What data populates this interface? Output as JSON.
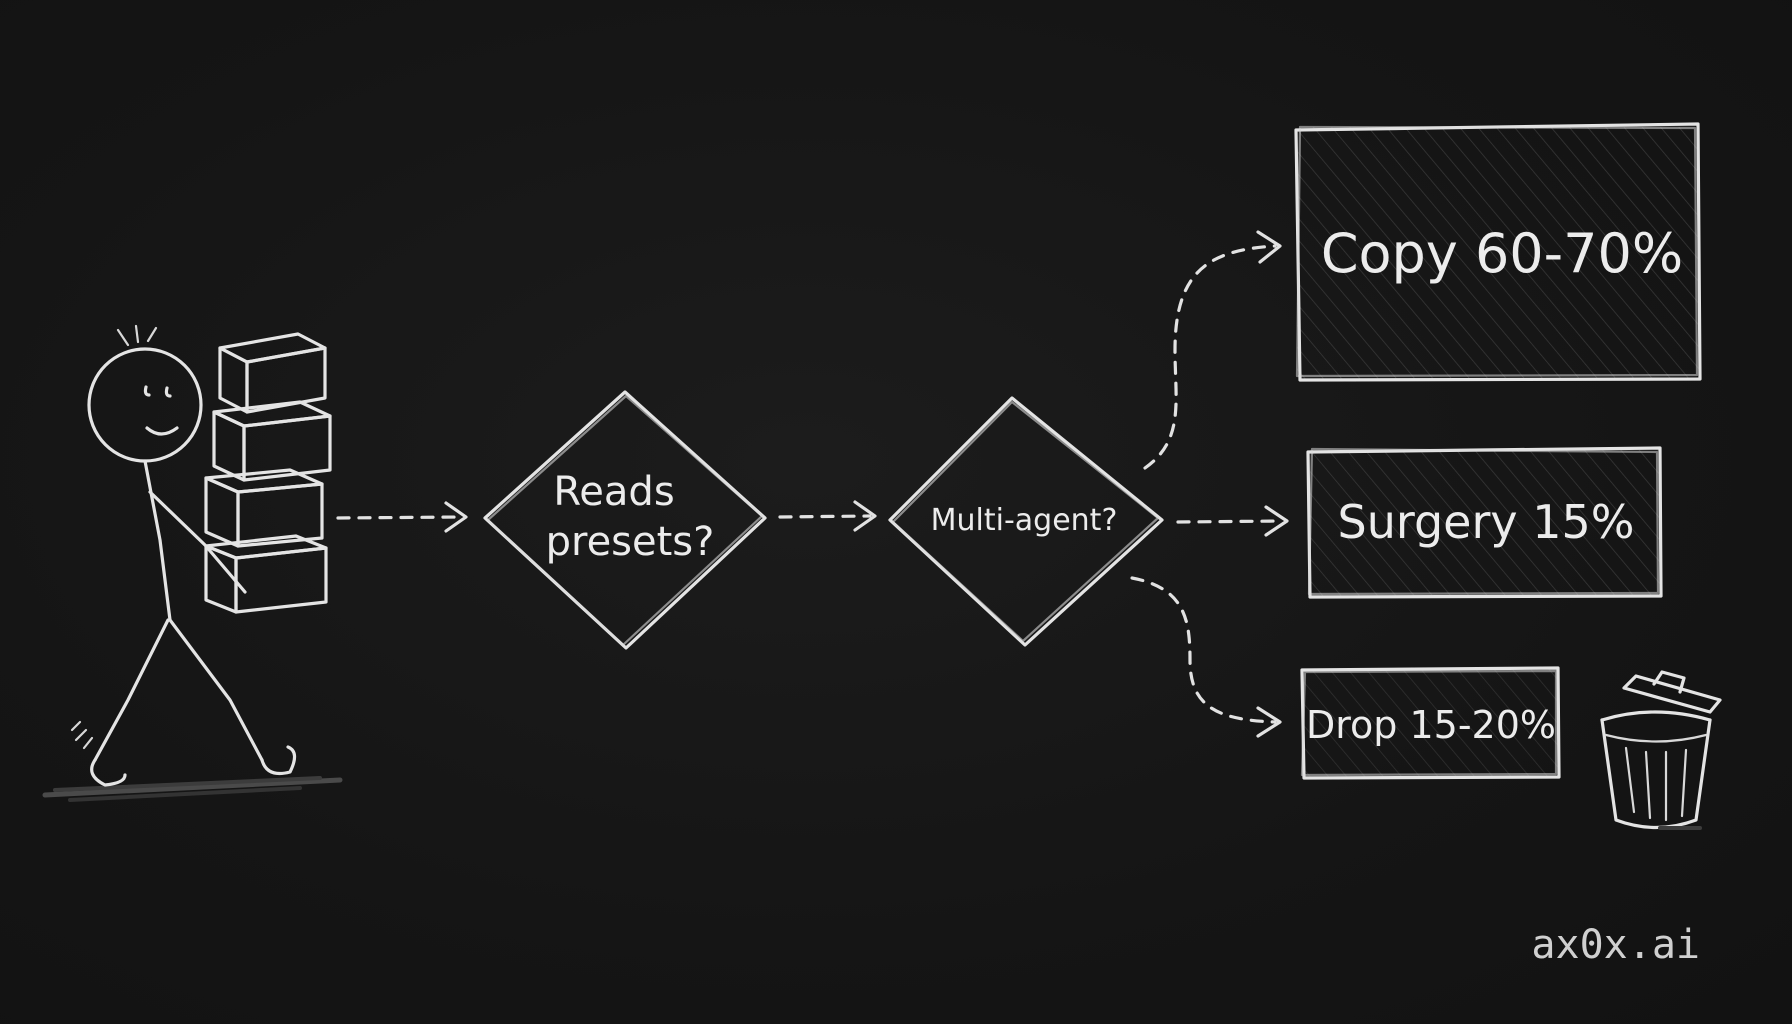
{
  "nodes": {
    "decision1": "Reads presets?",
    "decision1_lines": [
      "Reads",
      "presets?"
    ],
    "decision2": "Multi-agent?",
    "outcome_copy": "Copy 60-70%",
    "outcome_surgery": "Surgery 15%",
    "outcome_drop": "Drop 15-20%"
  },
  "watermark": "ax0x.ai",
  "icons": [
    "stick-figure-icon",
    "stacked-boxes-icon",
    "trash-can-icon"
  ],
  "colors": {
    "background": "#161616",
    "chalk": "#e4e4e4"
  }
}
